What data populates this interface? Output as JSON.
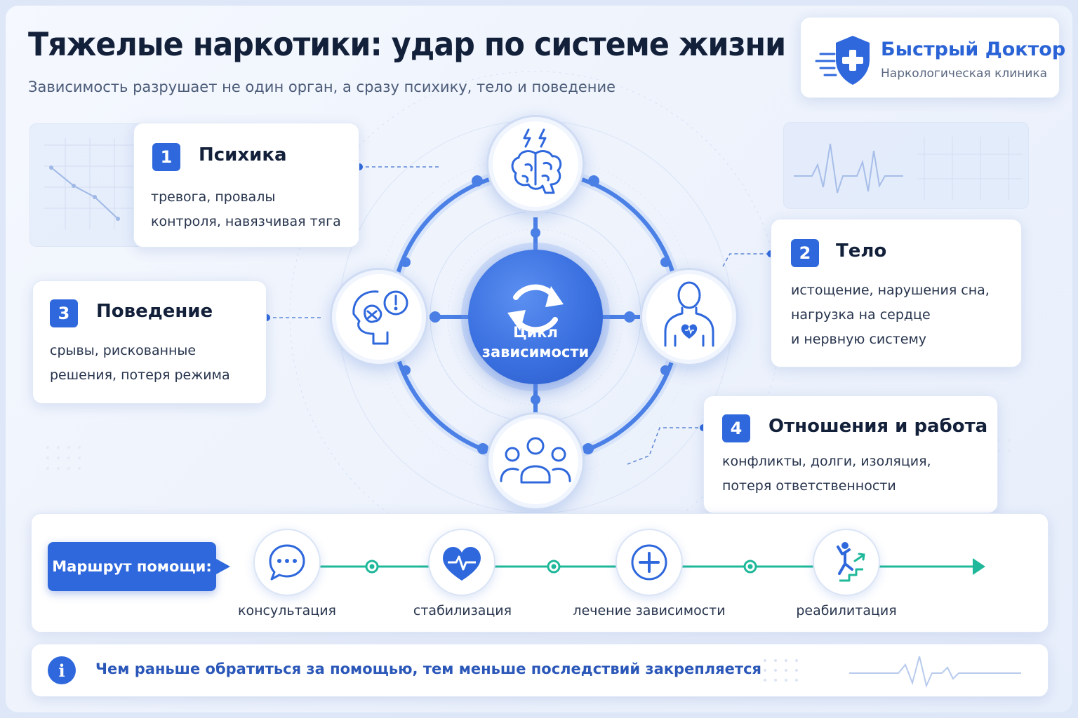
{
  "header": {
    "title": "Тяжелые наркотики: удар по системе жизни",
    "subtitle": "Зависимость разрушает не один орган, а сразу психику, тело и поведение"
  },
  "logo": {
    "name": "Быстрый Доктор",
    "tagline": "Наркологическая клиника",
    "icon": "medical-shield-icon"
  },
  "hub": {
    "line1": "Цикл",
    "line2": "зависимости",
    "icon": "cycle-arrows-icon"
  },
  "factors": [
    {
      "number": "1",
      "title": "Психика",
      "lines": [
        "тревога, провалы",
        "контроля, навязчивая тяга"
      ],
      "icon": "brain-icon"
    },
    {
      "number": "2",
      "title": "Тело",
      "lines": [
        "истощение, нарушения сна,",
        "нагрузка на сердце",
        "и нервную систему"
      ],
      "icon": "body-heart-icon"
    },
    {
      "number": "3",
      "title": "Поведение",
      "lines": [
        "срывы, рискованные",
        "решения, потеря режима"
      ],
      "icon": "head-alert-icon"
    },
    {
      "number": "4",
      "title": "Отношения и работа",
      "lines": [
        "конфликты, долги, изоляция,",
        "потеря ответственности"
      ],
      "icon": "people-group-icon"
    }
  ],
  "route": {
    "label": "Маршрут помощи:",
    "steps": [
      {
        "label": "консультация",
        "icon": "chat-bubble-icon"
      },
      {
        "label": "стабилизация",
        "icon": "heart-pulse-icon"
      },
      {
        "label": "лечение зависимости",
        "icon": "medical-cross-icon"
      },
      {
        "label": "реабилитация",
        "icon": "climbing-stairs-icon"
      }
    ]
  },
  "note": {
    "icon": "info-icon",
    "icon_glyph": "i",
    "text": "Чем раньше обратиться за помощью, тем меньше последствий закрепляется"
  },
  "colors": {
    "accent": "#2f68dc",
    "route_line": "#1fb89a",
    "title": "#13203a",
    "note_text": "#2a57b8"
  }
}
